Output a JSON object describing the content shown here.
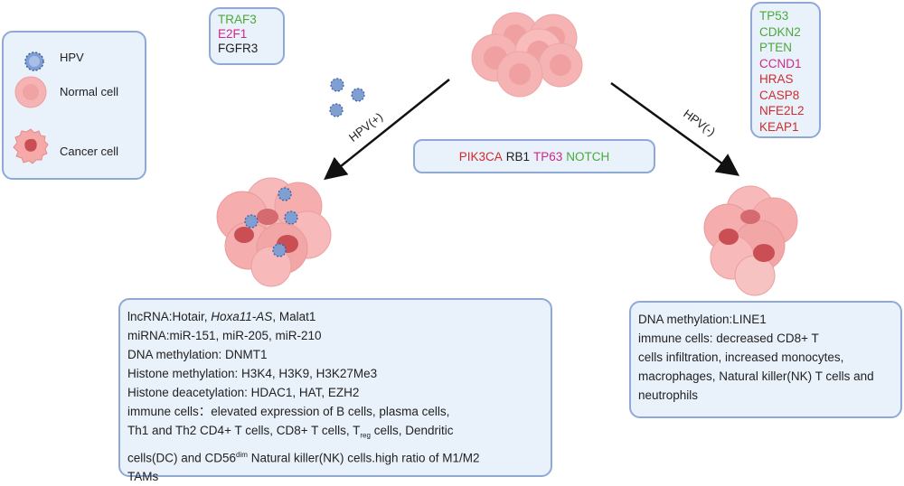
{
  "legend": {
    "items": [
      {
        "icon": "hpv-virus-icon",
        "label": "HPV"
      },
      {
        "icon": "normal-cell-icon",
        "label": "Normal cell"
      },
      {
        "icon": "cancer-cell-icon",
        "label": "Cancer cell"
      }
    ]
  },
  "hpv_pos_genes": [
    {
      "name": "TRAF3",
      "color": "#4aa93a"
    },
    {
      "name": "E2F1",
      "color": "#cc2a8a"
    },
    {
      "name": "FGFR3",
      "color": "#1f1f1f"
    }
  ],
  "hpv_neg_genes": [
    {
      "name": "TP53",
      "color": "#4aa93a"
    },
    {
      "name": "CDKN2",
      "color": "#4aa93a"
    },
    {
      "name": "PTEN",
      "color": "#4aa93a"
    },
    {
      "name": "CCND1",
      "color": "#cc2a8a"
    },
    {
      "name": "HRAS",
      "color": "#d02c2c"
    },
    {
      "name": "CASP8",
      "color": "#d02c2c"
    },
    {
      "name": "NFE2L2",
      "color": "#d02c2c"
    },
    {
      "name": "KEAP1",
      "color": "#d02c2c"
    }
  ],
  "shared_genes": [
    {
      "name": "PIK3CA",
      "color": "#d02c2c"
    },
    {
      "name": "RB1",
      "color": "#1f1f1f"
    },
    {
      "name": "TP63",
      "color": "#cc2a8a"
    },
    {
      "name": "NOTCH",
      "color": "#4aa93a"
    }
  ],
  "arrows": {
    "left_label": "HPV(+)",
    "right_label": "HPV(-)"
  },
  "hpv_pos_info": {
    "lncrna_prefix": "lncRNA:Hotair, ",
    "lncrna_italic": "Hoxa11-AS",
    "lncrna_suffix": ", Malat1",
    "mirna": "miRNA:miR-151, miR-205, miR-210",
    "dna_methylation": "DNA methylation: DNMT1",
    "histone_methylation": "Histone methylation: H3K4, H3K9, H3K27Me3",
    "histone_deacetylation": "Histone deacetylation: HDAC1, HAT, EZH2",
    "immune_line1": "immune cells：elevated expression of B cells, plasma cells,",
    "immune_line2_a": "Th1 and Th2 CD4+ T cells, CD8+ T cells, T",
    "immune_line2_sub": "reg",
    "immune_line2_b": " cells, Dendritic",
    "immune_line3_a": "cells(DC) and CD56",
    "immune_line3_sup": "dim",
    "immune_line3_b": " Natural killer(NK) cells.high ratio of M1/M2",
    "immune_line4": "TAMs"
  },
  "hpv_neg_info": {
    "line1": "DNA methylation:LINE1",
    "line2": "immune cells: decreased CD8+ T",
    "line3": "cells infiltration, increased monocytes,",
    "line4": "macrophages, Natural killer(NK) T cells and",
    "line5": "neutrophils"
  },
  "colors": {
    "box_fill": "#e9f1fb",
    "box_border": "#8ea9d6",
    "cell_fill": "#f6b3b3",
    "cell_nucleus": "#e88f8f",
    "cancer_nucleus": "#c94f55",
    "virus": "#7f9fd3"
  }
}
